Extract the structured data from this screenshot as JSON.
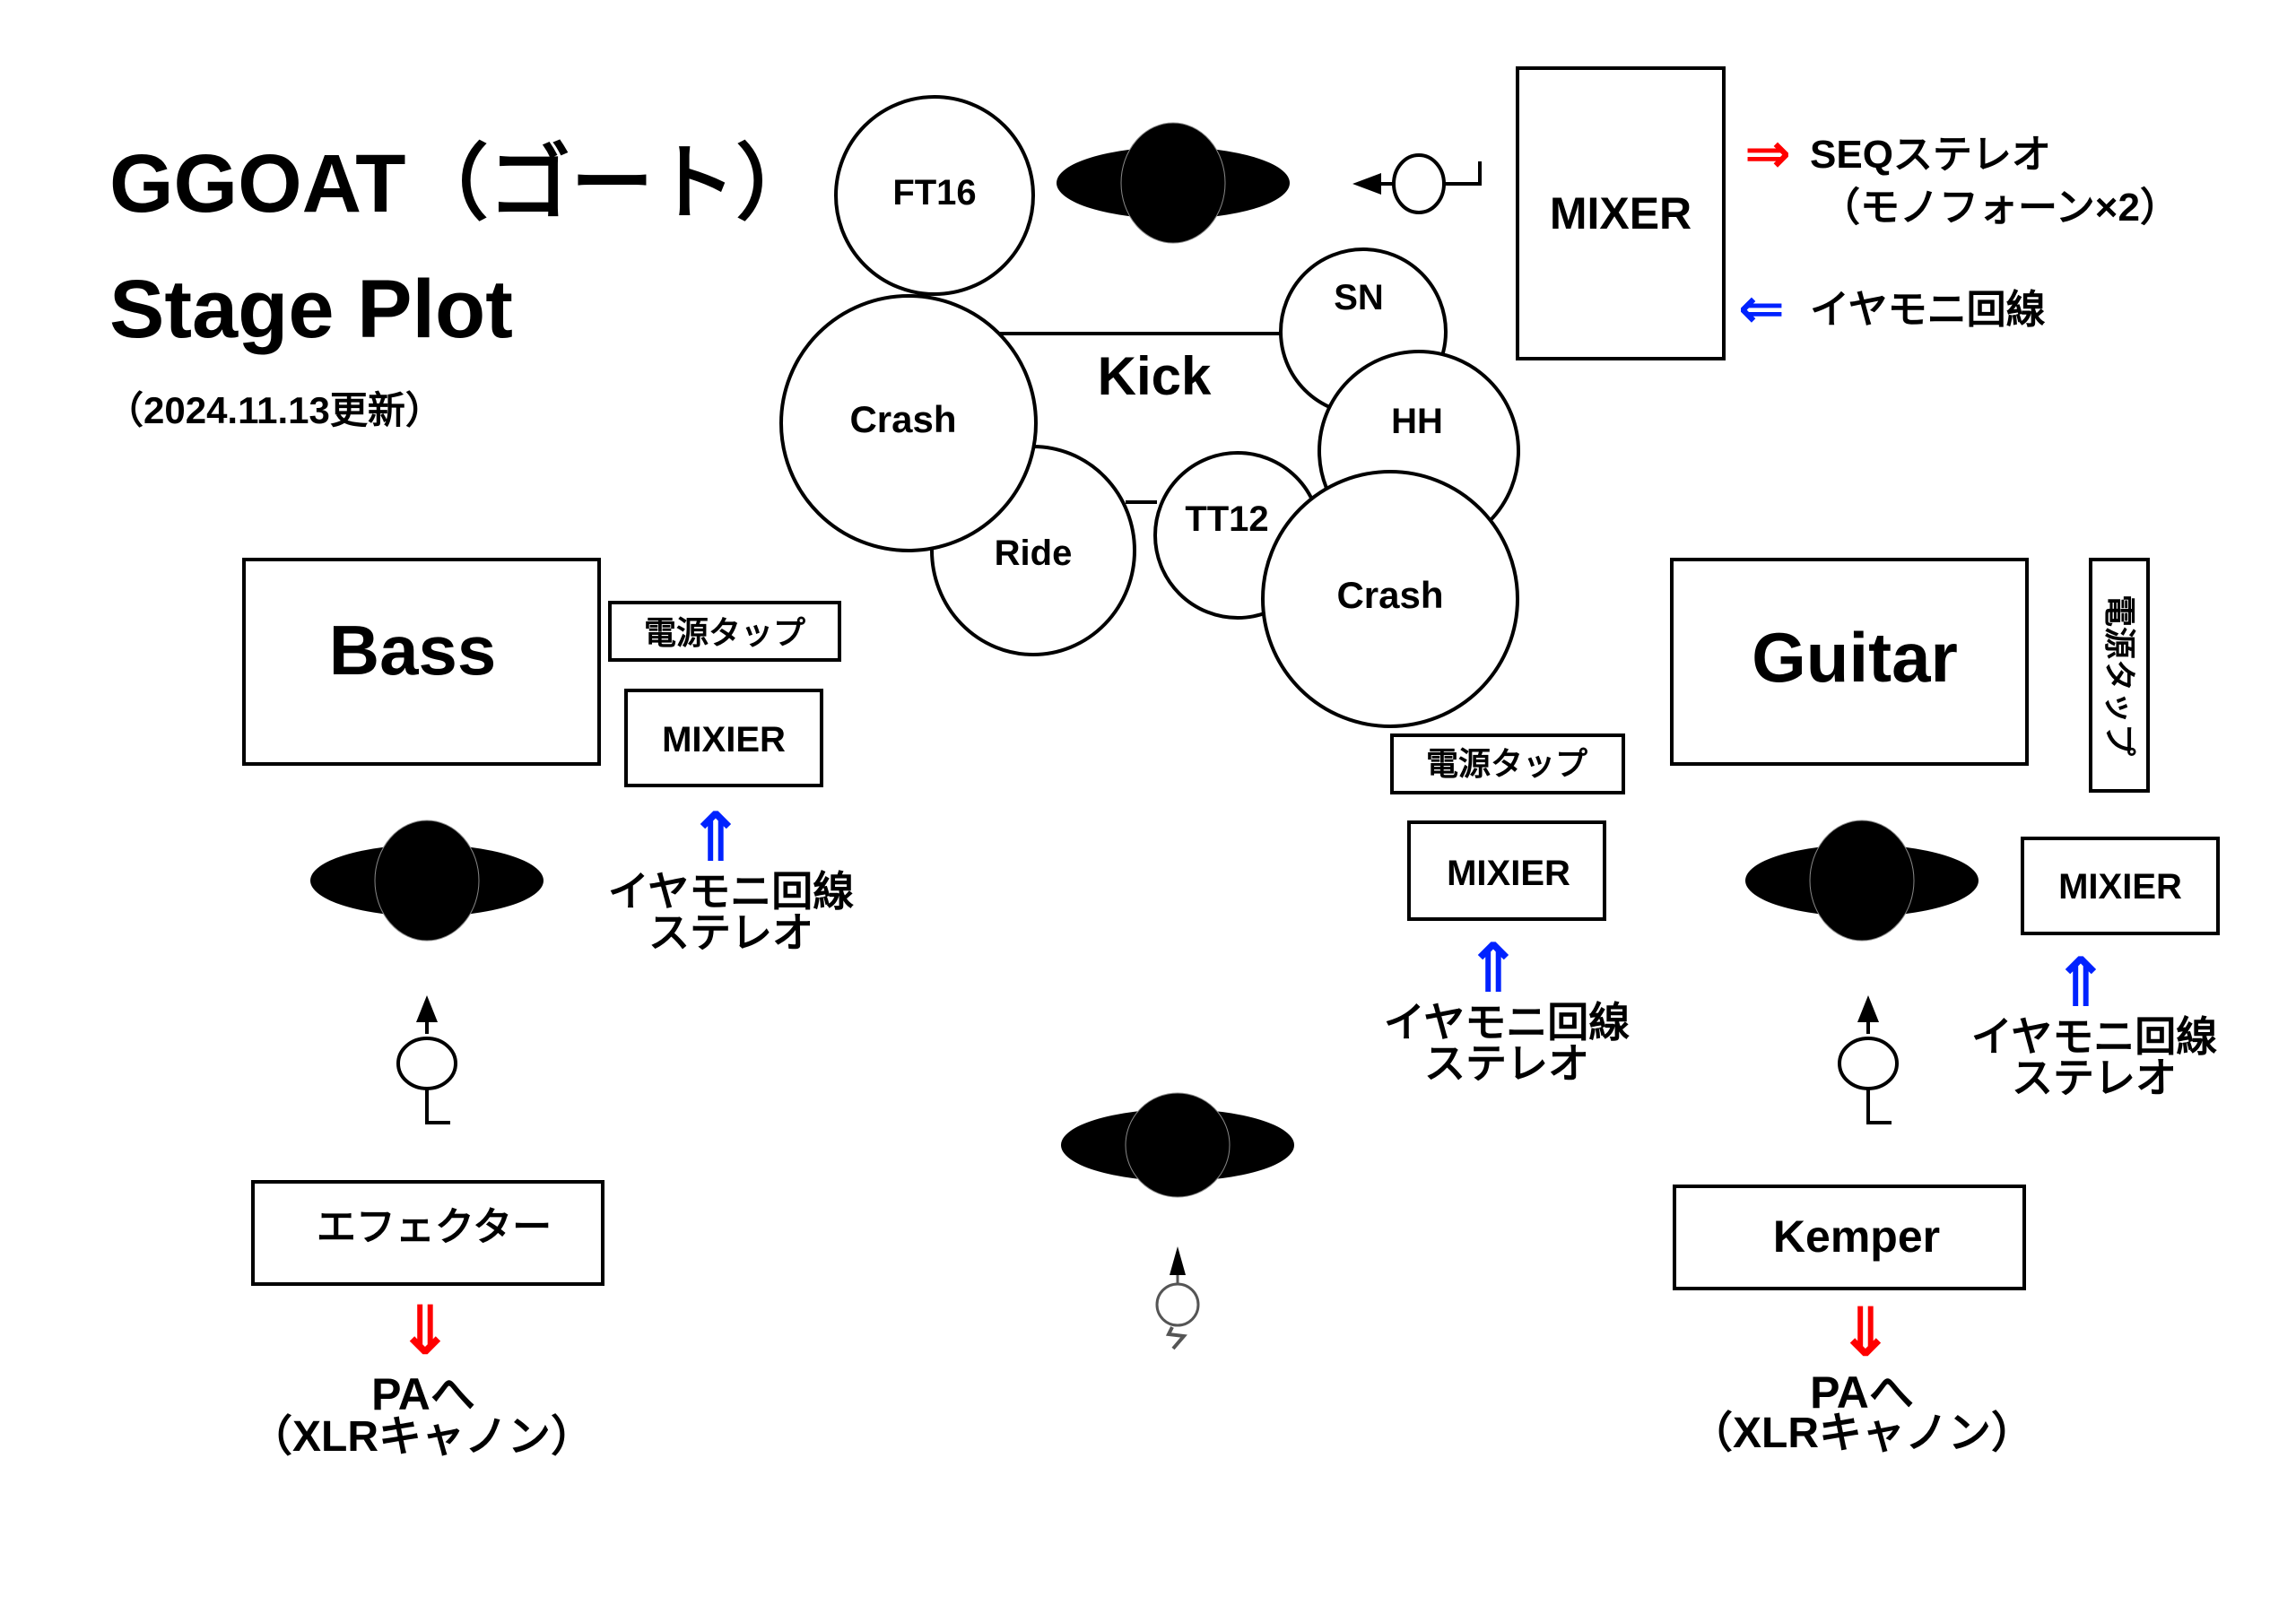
{
  "header": {
    "title": "GGOAT（ゴート）",
    "subtitle": "Stage Plot",
    "updated": "（2024.11.13更新）"
  },
  "colors": {
    "send_arrow": "#ff0000",
    "return_arrow": "#0022ff",
    "ink": "#000000",
    "background": "#ffffff"
  },
  "drums": {
    "kick": "Kick",
    "pieces": [
      {
        "id": "ft16",
        "label": "FT16"
      },
      {
        "id": "crash-left",
        "label": "Crash"
      },
      {
        "id": "sn",
        "label": "SN"
      },
      {
        "id": "hh",
        "label": "HH"
      },
      {
        "id": "ride",
        "label": "Ride"
      },
      {
        "id": "tt12",
        "label": "TT12"
      },
      {
        "id": "crash-right",
        "label": "Crash"
      }
    ]
  },
  "main_mixer": {
    "label": "MIXER",
    "seq_out_arrow": "⇒",
    "seq_out_line1": "SEQステレオ",
    "seq_out_line2": "（モノフォーン×2）",
    "iem_in_arrow": "⇐",
    "iem_in_label": "イヤモニ回線"
  },
  "bass": {
    "amp_label": "Bass",
    "power_tap": "電源タップ",
    "mixer": "MIXIER",
    "iem_arrow": "⇑",
    "iem_line1": "イヤモニ回線",
    "iem_line2": "ステレオ",
    "effector": "エフェクター",
    "pa_arrow": "⇓",
    "pa_line1": "PAへ",
    "pa_line2": "（XLRキャノン）"
  },
  "center": {
    "power_tap": "電源タップ",
    "mixer": "MIXIER",
    "iem_arrow": "⇑",
    "iem_line1": "イヤモニ回線",
    "iem_line2": "ステレオ"
  },
  "guitar": {
    "amp_label": "Guitar",
    "power_tap": "電源タップ",
    "mixer": "MIXIER",
    "iem_arrow": "⇑",
    "iem_line1": "イヤモニ回線",
    "iem_line2": "ステレオ",
    "processor": "Kemper",
    "pa_arrow": "⇓",
    "pa_line1": "PAへ",
    "pa_line2": "（XLRキャノン）"
  }
}
